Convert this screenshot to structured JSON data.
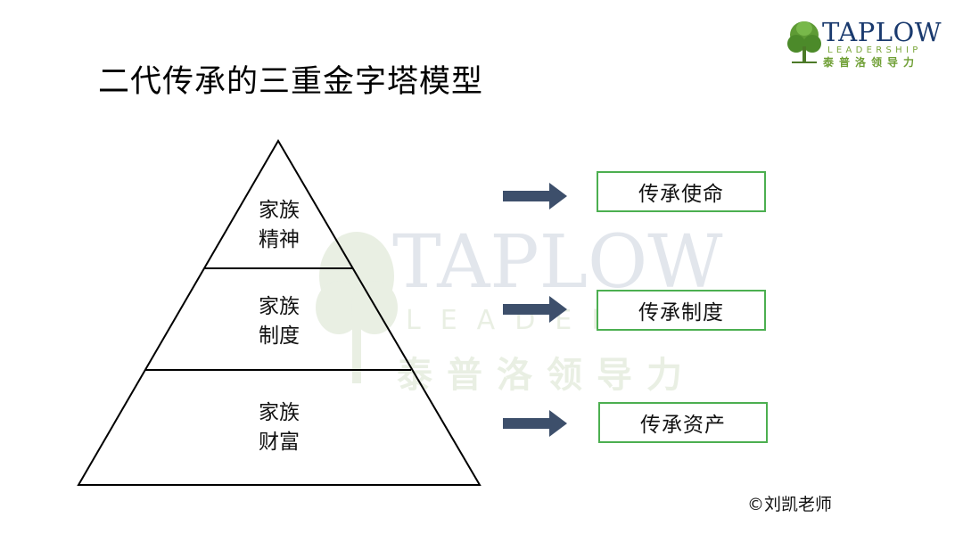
{
  "logo": {
    "name": "TAPLOW",
    "tagline": "LEADERSHIP",
    "chinese": "泰普洛领导力"
  },
  "title": "二代传承的三重金字塔模型",
  "pyramid": {
    "levels": [
      {
        "line1": "家族",
        "line2": "精神"
      },
      {
        "line1": "家族",
        "line2": "制度"
      },
      {
        "line1": "家族",
        "line2": "财富"
      }
    ]
  },
  "outcomes": [
    {
      "label": "传承使命"
    },
    {
      "label": "传承制度"
    },
    {
      "label": "传承资产"
    }
  ],
  "watermark": {
    "name": "TAPLOW",
    "tagline": "LEADERSHIP",
    "chinese": "泰普洛领导力"
  },
  "copyright": "©刘凯老师",
  "colors": {
    "box_border": "#4caf50",
    "arrow": "#3d4f6b",
    "logo_navy": "#1a3a6e",
    "logo_green": "#6f9f35"
  }
}
